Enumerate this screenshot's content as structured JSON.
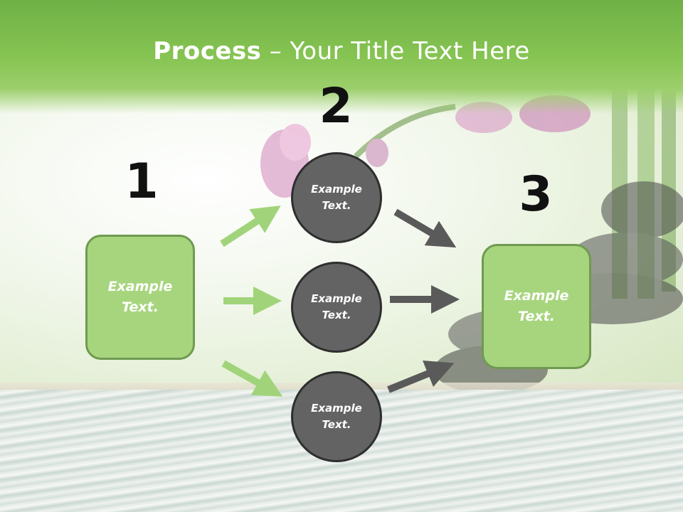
{
  "slide": {
    "title_bold": "Process",
    "title_rest": " – Your Title Text Here",
    "colors": {
      "header": "#86c452",
      "box_fill": "#a7d57e",
      "box_border": "#6f9a50",
      "circle_fill": "#636363",
      "circle_border": "#2e2e2e",
      "arrow_green": "#a1d47a",
      "arrow_gray": "#5a5a5a"
    }
  },
  "steps": {
    "step1": {
      "number": "1",
      "text_line1": "Example",
      "text_line2": "Text."
    },
    "step2": {
      "number": "2",
      "circles": [
        {
          "line1": "Example",
          "line2": "Text."
        },
        {
          "line1": "Example",
          "line2": "Text."
        },
        {
          "line1": "Example",
          "line2": "Text."
        }
      ]
    },
    "step3": {
      "number": "3",
      "text_line1": "Example",
      "text_line2": "Text."
    }
  }
}
